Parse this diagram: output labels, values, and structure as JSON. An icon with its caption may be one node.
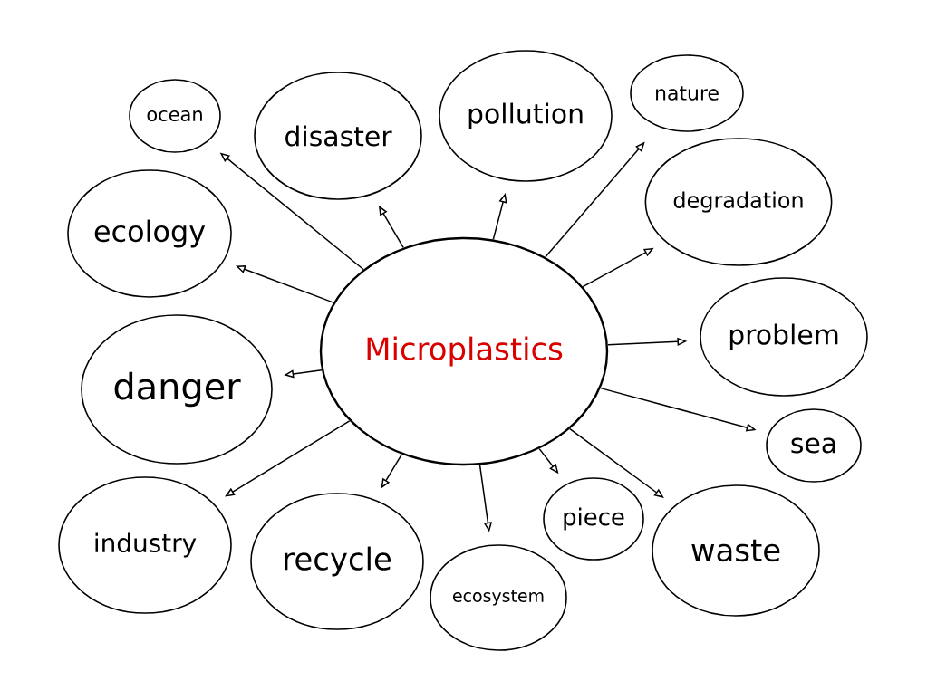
{
  "diagram": {
    "nodes": [
      {
        "text": [
          "Microplastics"
        ]
      },
      {
        "text": [
          "ocean"
        ]
      },
      {
        "text": [
          "disaster"
        ]
      },
      {
        "text": [
          "pollution"
        ]
      },
      {
        "text": [
          "nature"
        ]
      },
      {
        "text": [
          "ecology"
        ]
      },
      {
        "text": [
          "degradation"
        ]
      },
      {
        "text": [
          "danger"
        ]
      },
      {
        "text": [
          "problem"
        ]
      },
      {
        "text": [
          "sea"
        ]
      },
      {
        "text": [
          "industry"
        ]
      },
      {
        "text": [
          "recycle"
        ]
      },
      {
        "text": [
          "piece"
        ]
      },
      {
        "text": [
          "waste"
        ]
      },
      {
        "text": [
          "ecosystem"
        ]
      }
    ],
    "edges": [
      {
        "from": 0,
        "to": 1,
        "arrow": "to"
      },
      {
        "from": 0,
        "to": 2,
        "arrow": "to"
      },
      {
        "from": 0,
        "to": 3,
        "arrow": "to"
      },
      {
        "from": 0,
        "to": 4,
        "arrow": "to"
      },
      {
        "from": 0,
        "to": 5,
        "arrow": "to"
      },
      {
        "from": 0,
        "to": 6,
        "arrow": "to"
      },
      {
        "from": 0,
        "to": 7,
        "arrow": "to"
      },
      {
        "from": 0,
        "to": 8,
        "arrow": "to"
      },
      {
        "from": 0,
        "to": 9,
        "arrow": "to"
      },
      {
        "from": 0,
        "to": 10,
        "arrow": "to"
      },
      {
        "from": 0,
        "to": 11,
        "arrow": "to"
      },
      {
        "from": 0,
        "to": 12,
        "arrow": "to"
      },
      {
        "from": 0,
        "to": 13,
        "arrow": "to"
      },
      {
        "from": 0,
        "to": 14,
        "arrow": "to"
      }
    ]
  }
}
